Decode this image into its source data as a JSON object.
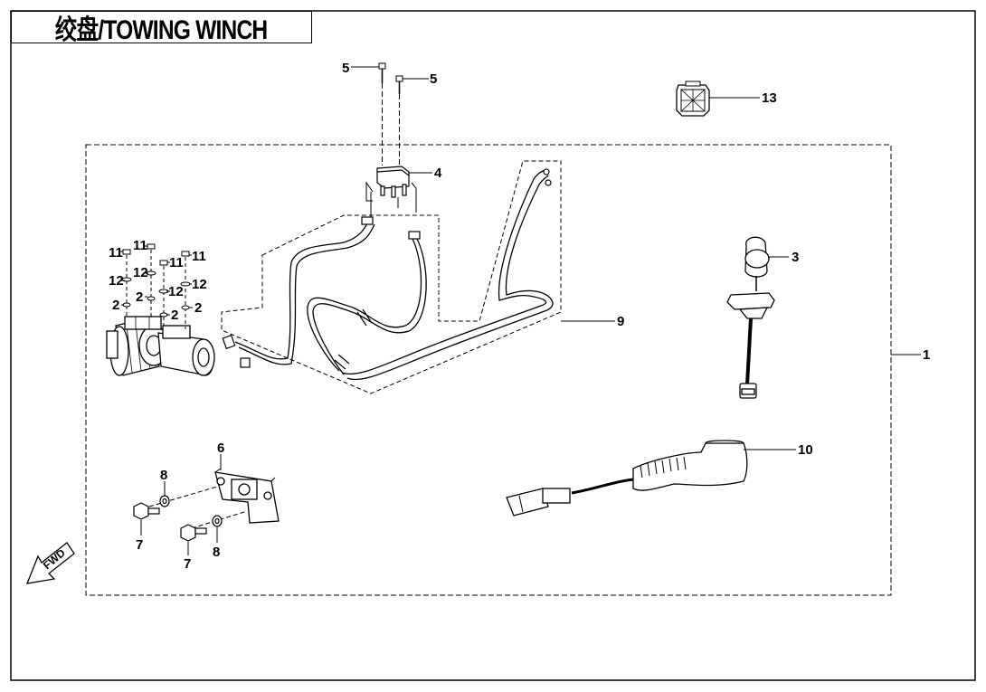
{
  "title": "绞盘/TOWING WINCH",
  "fwd_label": "FWD",
  "callouts": [
    {
      "id": "c5a",
      "label": "5"
    },
    {
      "id": "c5b",
      "label": "5"
    },
    {
      "id": "c13",
      "label": "13"
    },
    {
      "id": "c4",
      "label": "4"
    },
    {
      "id": "c3",
      "label": "3"
    },
    {
      "id": "c1",
      "label": "1"
    },
    {
      "id": "c9",
      "label": "9"
    },
    {
      "id": "c10",
      "label": "10"
    },
    {
      "id": "c6",
      "label": "6"
    },
    {
      "id": "c8a",
      "label": "8"
    },
    {
      "id": "c8b",
      "label": "8"
    },
    {
      "id": "c7a",
      "label": "7"
    },
    {
      "id": "c7b",
      "label": "7"
    },
    {
      "id": "c11a",
      "label": "11"
    },
    {
      "id": "c11b",
      "label": "11"
    },
    {
      "id": "c11c",
      "label": "11"
    },
    {
      "id": "c11d",
      "label": "11"
    },
    {
      "id": "c12a",
      "label": "12"
    },
    {
      "id": "c12b",
      "label": "12"
    },
    {
      "id": "c12c",
      "label": "12"
    },
    {
      "id": "c12d",
      "label": "12"
    },
    {
      "id": "c2a",
      "label": "2"
    },
    {
      "id": "c2b",
      "label": "2"
    },
    {
      "id": "c2c",
      "label": "2"
    },
    {
      "id": "c2d",
      "label": "2"
    }
  ]
}
